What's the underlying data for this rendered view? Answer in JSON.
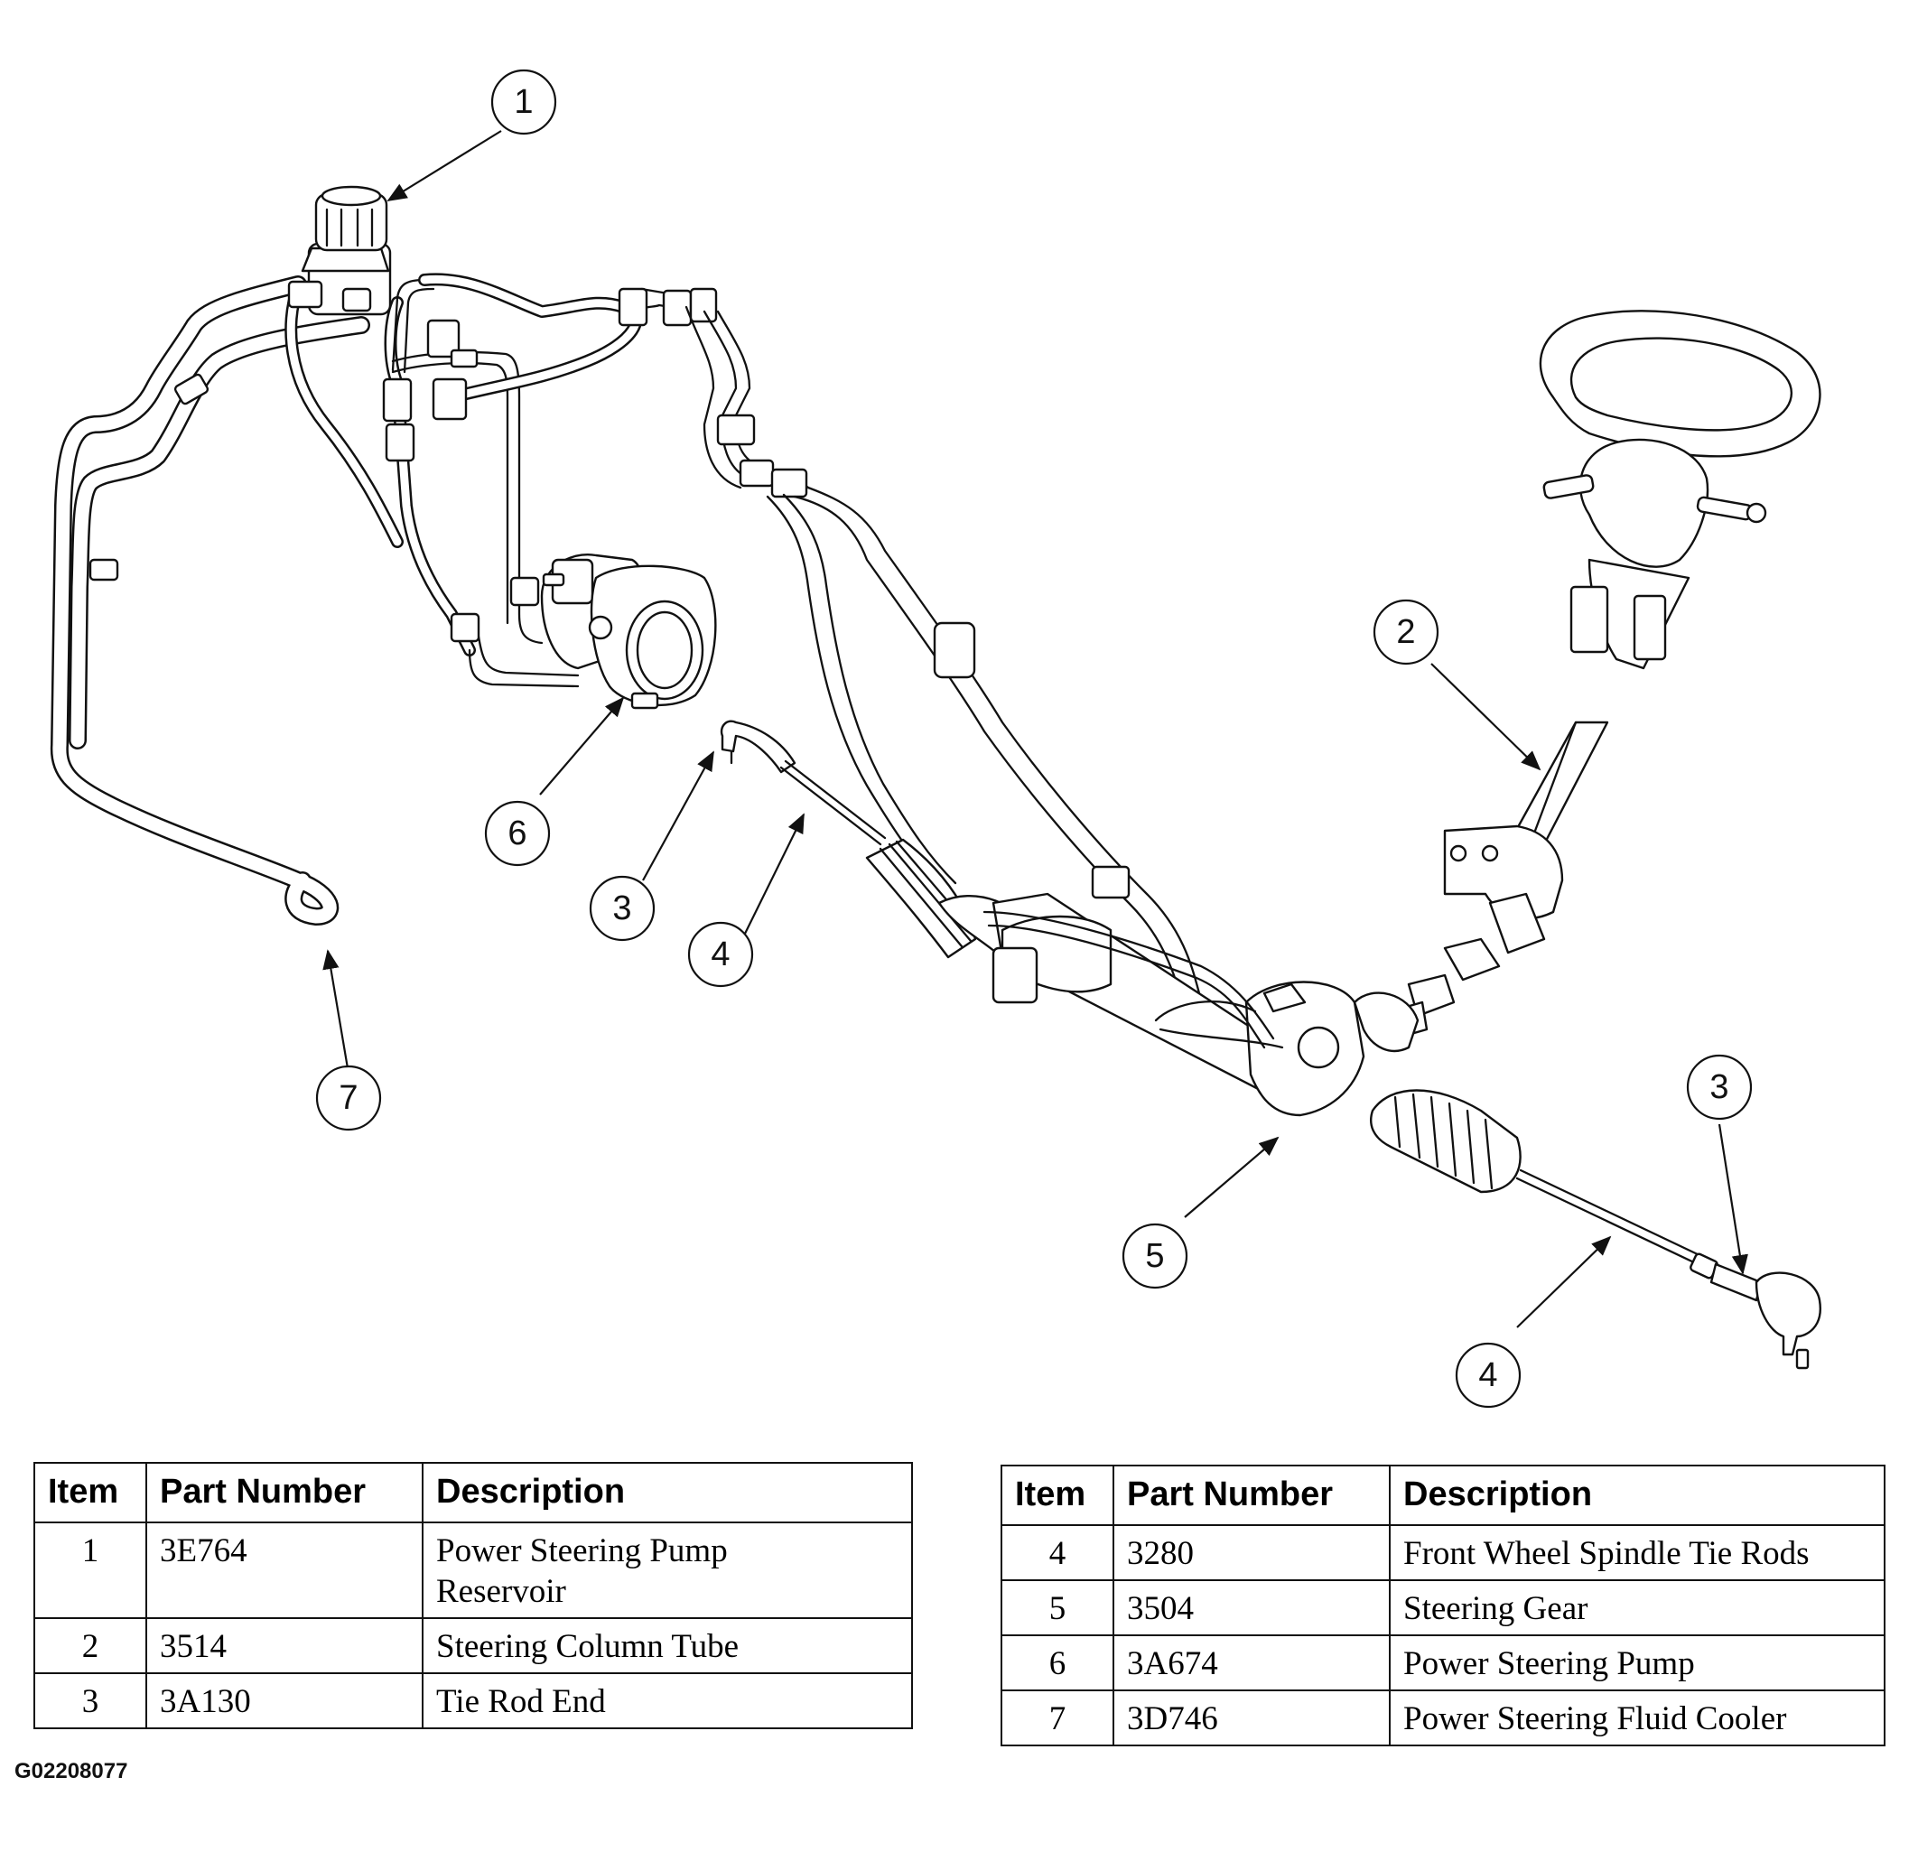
{
  "callouts": [
    "1",
    "2",
    "3",
    "3",
    "4",
    "4",
    "5",
    "6",
    "7"
  ],
  "tables": {
    "left": {
      "headers": {
        "item": "Item",
        "part_number": "Part Number",
        "description": "Description"
      },
      "rows": [
        {
          "item": "1",
          "part_number": "3E764",
          "description_line1": "Power Steering Pump",
          "description_line2": "Reservoir"
        },
        {
          "item": "2",
          "part_number": "3514",
          "description_line1": "Steering Column Tube"
        },
        {
          "item": "3",
          "part_number": "3A130",
          "description_line1": "Tie Rod End"
        }
      ]
    },
    "right": {
      "headers": {
        "item": "Item",
        "part_number": "Part Number",
        "description": "Description"
      },
      "rows": [
        {
          "item": "4",
          "part_number": "3280",
          "description_line1": "Front Wheel Spindle Tie Rods"
        },
        {
          "item": "5",
          "part_number": "3504",
          "description_line1": "Steering Gear"
        },
        {
          "item": "6",
          "part_number": "3A674",
          "description_line1": "Power Steering Pump"
        },
        {
          "item": "7",
          "part_number": "3D746",
          "description_line1": "Power Steering Fluid Cooler"
        }
      ]
    }
  },
  "figure_code": "G02208077"
}
